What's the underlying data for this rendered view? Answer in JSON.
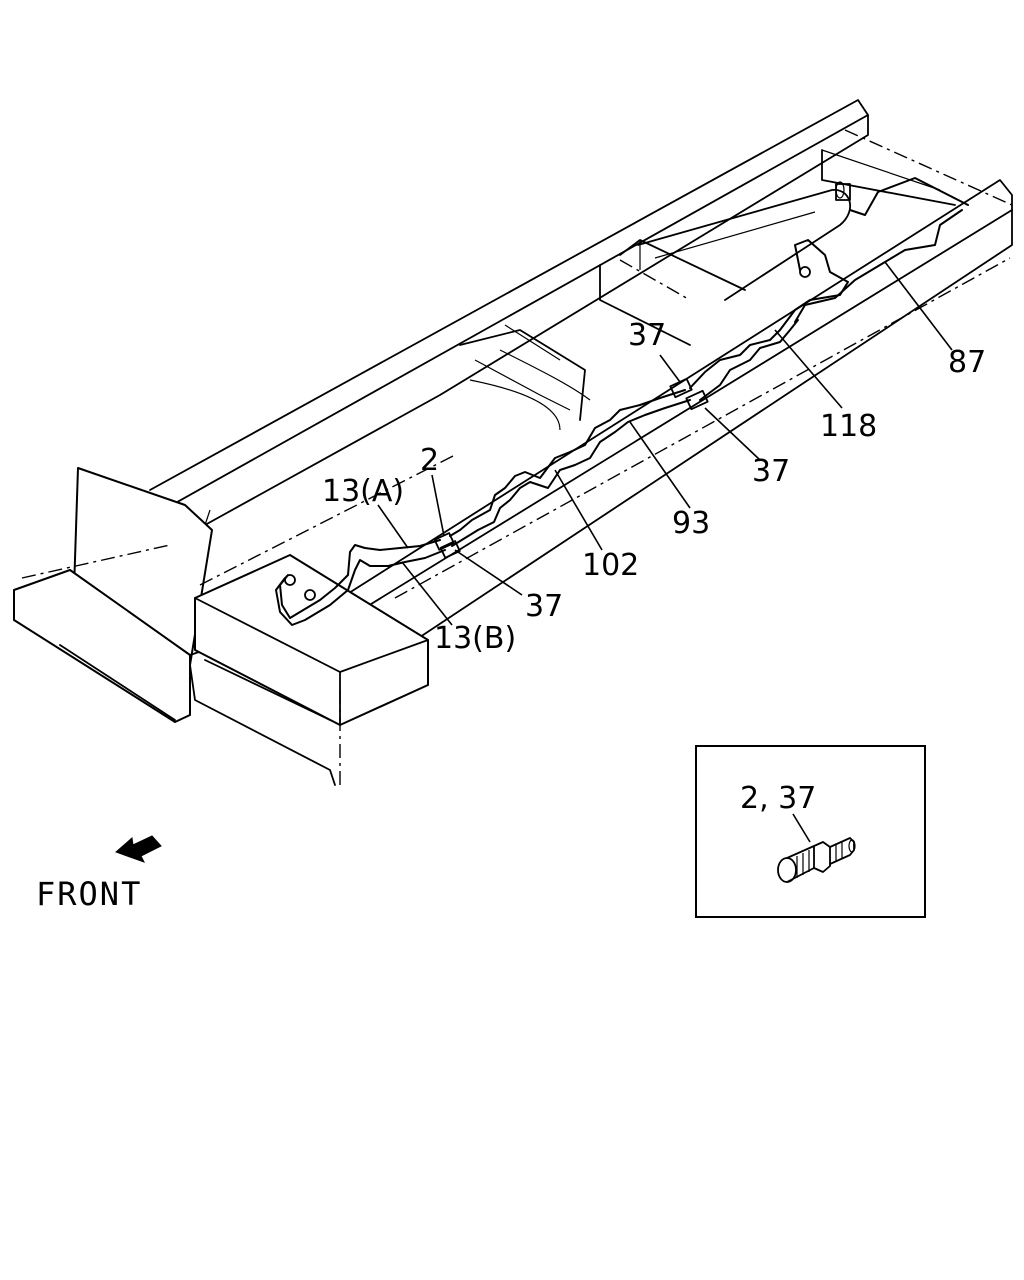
{
  "callouts": {
    "c87": "87",
    "c118": "118",
    "c37_top": "37",
    "c37_right": "37",
    "c93": "93",
    "c102": "102",
    "c2": "2",
    "c13a": "13(A)",
    "c13b": "13(B)",
    "c37_lower": "37"
  },
  "direction": {
    "label": "FRONT",
    "icon": "arrow-front-icon"
  },
  "detail": {
    "label": "2, 37",
    "icon": "union-fitting-icon"
  }
}
